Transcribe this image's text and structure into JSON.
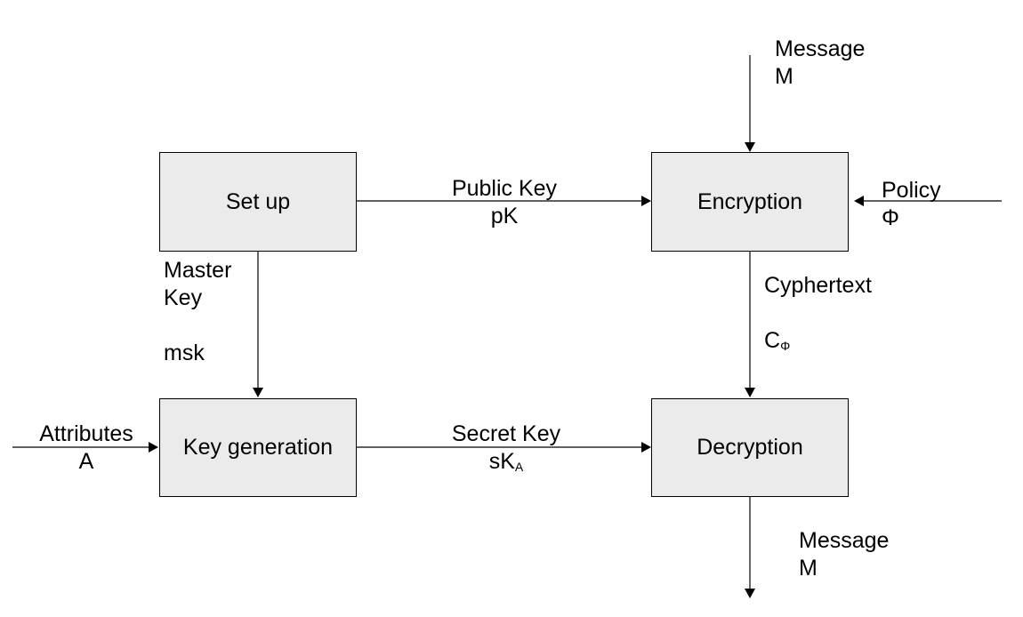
{
  "boxes": {
    "setup": "Set up",
    "encryption": "Encryption",
    "keygen": "Key generation",
    "decryption": "Decryption"
  },
  "labels": {
    "message_in": [
      "Message",
      "M"
    ],
    "public_key": [
      "Public Key",
      "pK"
    ],
    "policy": [
      "Policy",
      "Φ"
    ],
    "master_key": [
      "Master",
      "Key",
      "msk"
    ],
    "cyphertext": {
      "title": "Cyphertext",
      "symbol": "C",
      "subscript": "Φ"
    },
    "attributes": [
      "Attributes",
      "A"
    ],
    "secret_key": {
      "title": "Secret Key",
      "symbol": "sK",
      "subscript": "A"
    },
    "message_out": [
      "Message",
      "M"
    ]
  },
  "colors": {
    "box_fill": "#ebebeb",
    "line": "#000000"
  }
}
